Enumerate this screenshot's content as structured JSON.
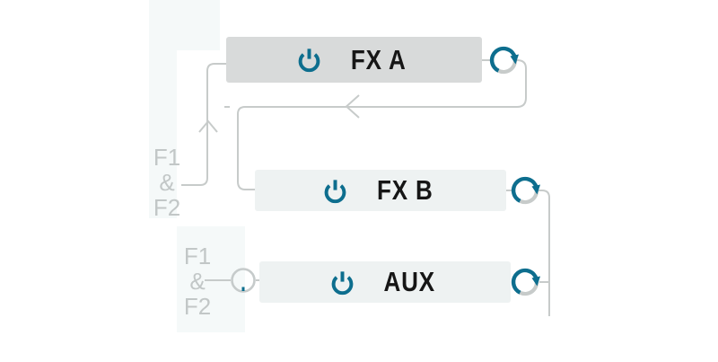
{
  "diagram": {
    "title": "fx-routing-diagram",
    "blocks": [
      {
        "id": "fx-a",
        "label": "FX A",
        "power_icon": "power-icon",
        "knob_icon": "rotary-knob-icon",
        "bg": "#d8dada"
      },
      {
        "id": "fx-b",
        "label": "FX B",
        "power_icon": "power-icon",
        "knob_icon": "rotary-knob-icon",
        "bg": "#eef2f2"
      },
      {
        "id": "aux",
        "label": "AUX",
        "power_icon": "power-icon",
        "knob_icon": "rotary-knob-icon",
        "bg": "#eef2f2"
      }
    ],
    "side_labels": [
      {
        "position": "fx-a-input",
        "lines": [
          "F1",
          "&",
          "F2"
        ]
      },
      {
        "position": "aux-input",
        "lines": [
          "F1",
          "&",
          "F2"
        ]
      }
    ],
    "icons": {
      "power": "power-icon",
      "rotary": "rotary-knob-icon",
      "min_knob": "min-level-knob-icon",
      "arrow_up": "arrow-up-icon",
      "arrow_left": "arrow-left-icon"
    },
    "colors": {
      "accent_teal": "#0d6e8e",
      "fx_a_block_bg": "#d8dada",
      "light_block_bg": "#eef2f2",
      "connector_line": "#c7cbca",
      "side_label_text": "#c2c7c7",
      "block_text": "#161616",
      "background_panel": "#f5f9f9"
    }
  }
}
